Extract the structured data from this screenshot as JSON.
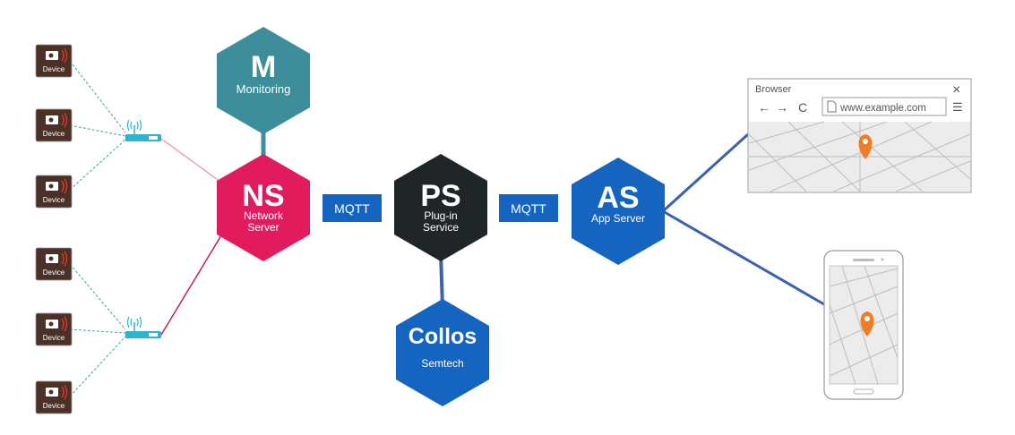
{
  "nodes": {
    "monitoring": {
      "abbr": "M",
      "name": "Monitoring",
      "color": "#3d8d9b"
    },
    "network_server": {
      "abbr": "NS",
      "name_line1": "Network",
      "name_line2": "Server",
      "color": "#e21b5c"
    },
    "plugin_service": {
      "abbr": "PS",
      "name_line1": "Plug-in",
      "name_line2": "Service",
      "color": "#202528"
    },
    "collos": {
      "abbr": "Collos",
      "name": "Semtech",
      "color": "#1565c0"
    },
    "app_server": {
      "abbr": "AS",
      "name": "App Server",
      "color": "#1565c0"
    }
  },
  "links": {
    "mqtt_left": "MQTT",
    "mqtt_right": "MQTT",
    "mqtt_color": "#1565c0"
  },
  "devices": [
    {
      "label": "Device"
    },
    {
      "label": "Device"
    },
    {
      "label": "Device"
    },
    {
      "label": "Device"
    },
    {
      "label": "Device"
    },
    {
      "label": "Device"
    }
  ],
  "device_color": "#4a3026",
  "gateway_color": "#2bb3d0",
  "browser": {
    "title": "Browser",
    "close": "×",
    "back": "←",
    "forward": "→",
    "reload": "C",
    "url": "www.example.com",
    "menu": "☰"
  },
  "pin_color": "#f07d23"
}
